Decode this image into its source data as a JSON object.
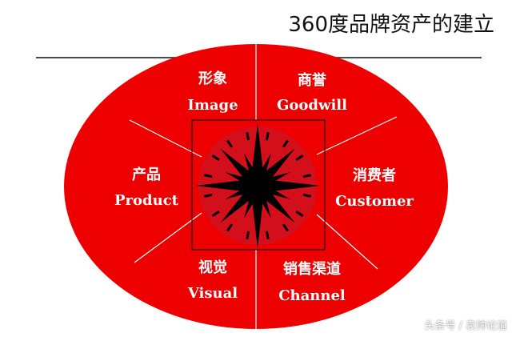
{
  "title": "360度品牌资产的建立",
  "colors": {
    "ellipse_fill": "#ee0000",
    "center_disc": "#d40f1c",
    "star_fill": "#000000",
    "divider": "#ffffff",
    "header_rule": "#111111",
    "box_outline": "#111111"
  },
  "segments": {
    "image": {
      "zh": "形象",
      "en": "Image"
    },
    "goodwill": {
      "zh": "商誉",
      "en": "Goodwill"
    },
    "product": {
      "zh": "产品",
      "en": "Product"
    },
    "customer": {
      "zh": "消费者",
      "en": "Customer"
    },
    "visual": {
      "zh": "视觉",
      "en": "Visual"
    },
    "channel": {
      "zh": "销售渠道",
      "en": "Channel"
    }
  },
  "center_icon": "compass-star-icon",
  "watermark": "头条号 / 袁帅论道"
}
